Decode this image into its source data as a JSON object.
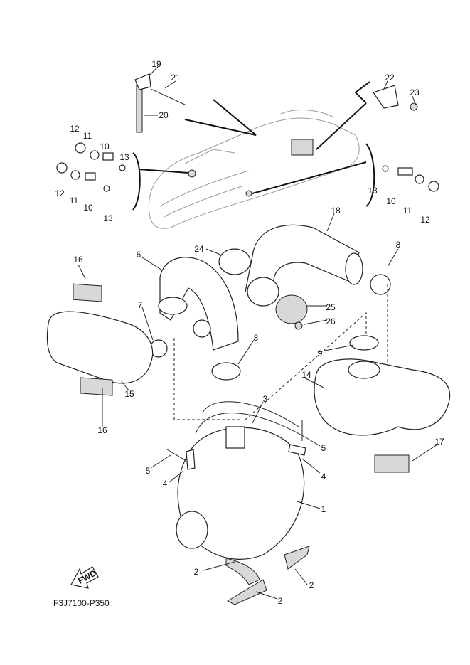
{
  "diagram_code": "F3J7100-P350",
  "fwd_label": "FWD",
  "callouts": [
    "19",
    "21",
    "20",
    "22",
    "23",
    "12",
    "11",
    "10",
    "13",
    "12",
    "11",
    "10",
    "13",
    "13",
    "10",
    "11",
    "12",
    "18",
    "8",
    "24",
    "6",
    "16",
    "7",
    "25",
    "26",
    "8",
    "9",
    "14",
    "15",
    "16",
    "3",
    "5",
    "5",
    "4",
    "4",
    "17",
    "1",
    "2",
    "2",
    "2"
  ]
}
